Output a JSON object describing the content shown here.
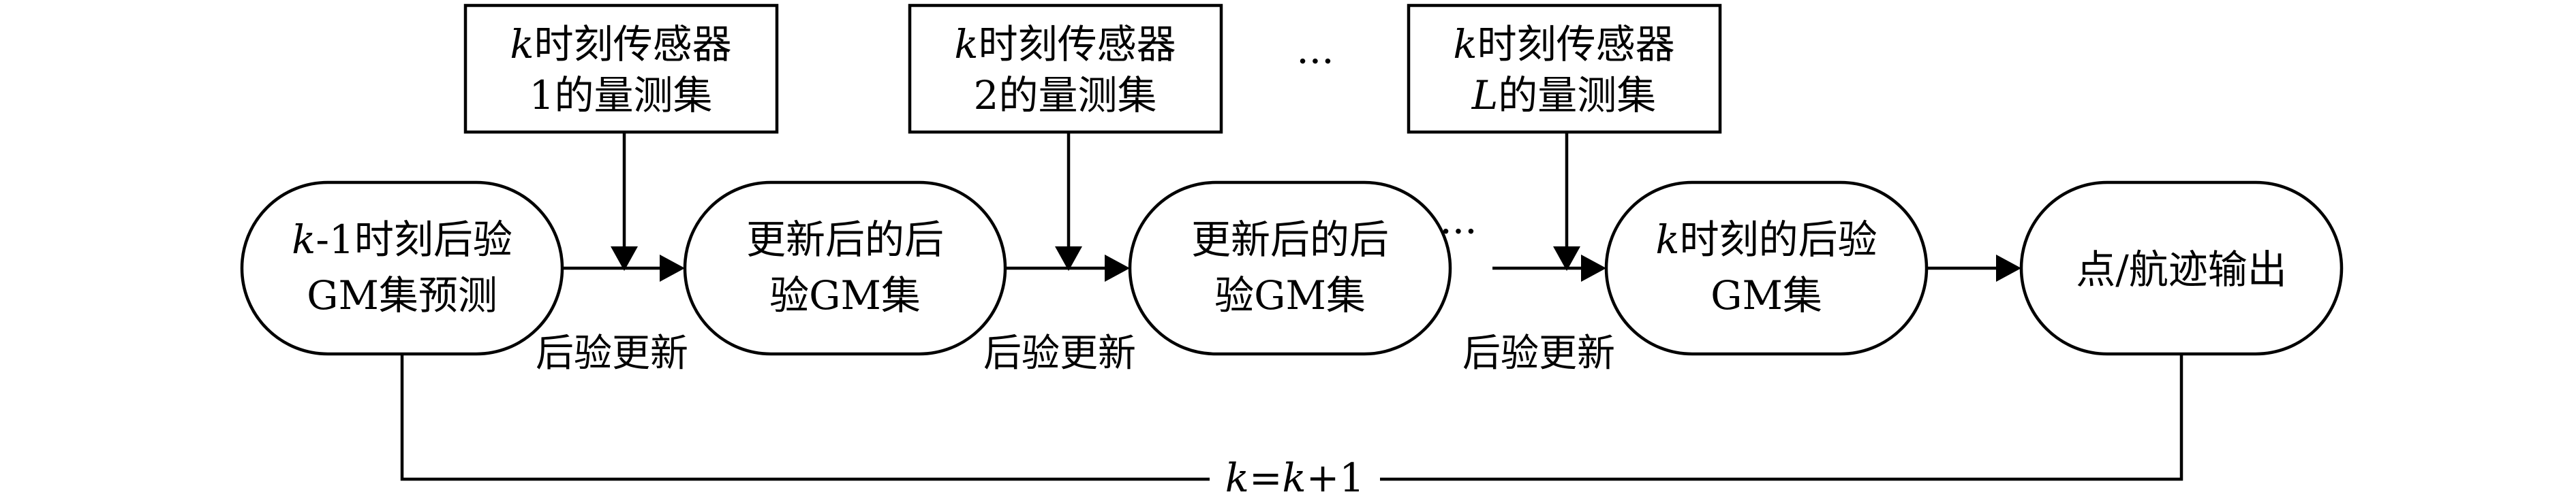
{
  "sensor_boxes": [
    {
      "k": "k",
      "line1_rest": "时刻传感器",
      "line2": "1的量测集"
    },
    {
      "k": "k",
      "line1_rest": "时刻传感器",
      "line2": "2的量测集"
    },
    {
      "k": "k",
      "line1_rest": "时刻传感器",
      "line2_var": "L",
      "line2_rest": "的量测集"
    }
  ],
  "sensor_dots": "···",
  "process_nodes": [
    {
      "line1_var": "k",
      "line1_rest": "-1时刻后验",
      "line2": "GM集预测"
    },
    {
      "line1": "更新后的后",
      "line2": "验GM集"
    },
    {
      "line1": "更新后的后",
      "line2": "验GM集"
    },
    {
      "line1_var": "k",
      "line1_rest": "时刻的后验",
      "line2": "GM集"
    },
    {
      "line1": "点/航迹输出"
    }
  ],
  "chain_dots": "···",
  "edge_labels": [
    "后验更新",
    "后验更新",
    "后验更新"
  ],
  "feedback_label": {
    "lhs": "k",
    "eq": "=",
    "rhs_var": "k",
    "rhs_rest": "+1"
  }
}
